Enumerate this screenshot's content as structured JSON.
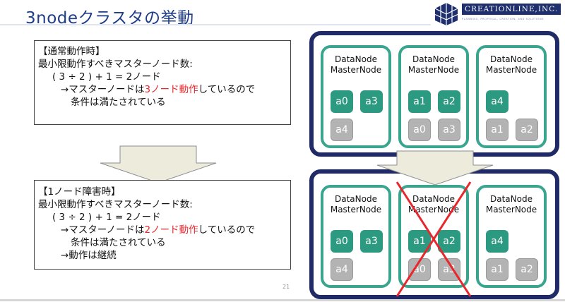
{
  "title": "3nodeクラスタの挙動",
  "logo": {
    "name": "CREATIONLINE,INC.",
    "tagline": "PLANNING, PROPOSAL, CREATION, AND SOLUTIONS"
  },
  "normal_box": {
    "heading": "【通常動作時】",
    "line1": "最小限動作すべきマスターノード数:",
    "line2": "( 3 ÷ 2 ) + 1 = 2ノード",
    "line3_pre": "→マスターノードは",
    "line3_red": "3ノード動作",
    "line3_post": "しているので",
    "line4": "条件は満たされている"
  },
  "failure_box": {
    "heading": "【1ノード障害時】",
    "line1": "最小限動作すべきマスターノード数:",
    "line2": "( 3 ÷ 2 ) + 1 = 2ノード",
    "line3_pre": "→マスターノードは",
    "line3_red": "2ノード動作",
    "line3_post": "しているので",
    "line4": "条件は満たされている",
    "line5": "→動作は継続"
  },
  "node_label_1": "DataNode",
  "node_label_2": "MasterNode",
  "top_cluster": {
    "nodes": [
      {
        "primaries": [
          "a0",
          "a3"
        ],
        "replicas": [
          "a4"
        ]
      },
      {
        "primaries": [
          "a1",
          "a2"
        ],
        "replicas": [
          "a0",
          "a3"
        ]
      },
      {
        "primaries": [
          "a4"
        ],
        "replicas": [
          "a1",
          "a2"
        ]
      }
    ]
  },
  "bottom_cluster": {
    "failed_node_index": 1,
    "nodes": [
      {
        "primaries": [
          "a0",
          "a3"
        ],
        "replicas": [
          "a4"
        ]
      },
      {
        "primaries": [
          "a1",
          "a2"
        ],
        "replicas": [
          "a0",
          "a3"
        ]
      },
      {
        "primaries": [
          "a4"
        ],
        "replicas": [
          "a1",
          "a2"
        ]
      }
    ]
  },
  "page_number": "21",
  "colors": {
    "title": "#1f3c88",
    "cluster_border": "#1f2a66",
    "node_border": "#3aa58e",
    "primary_chip": "#2c9a80",
    "replica_chip": "#b3b3b3",
    "highlight": "#e8262b",
    "failure_cross": "#e8262b"
  }
}
